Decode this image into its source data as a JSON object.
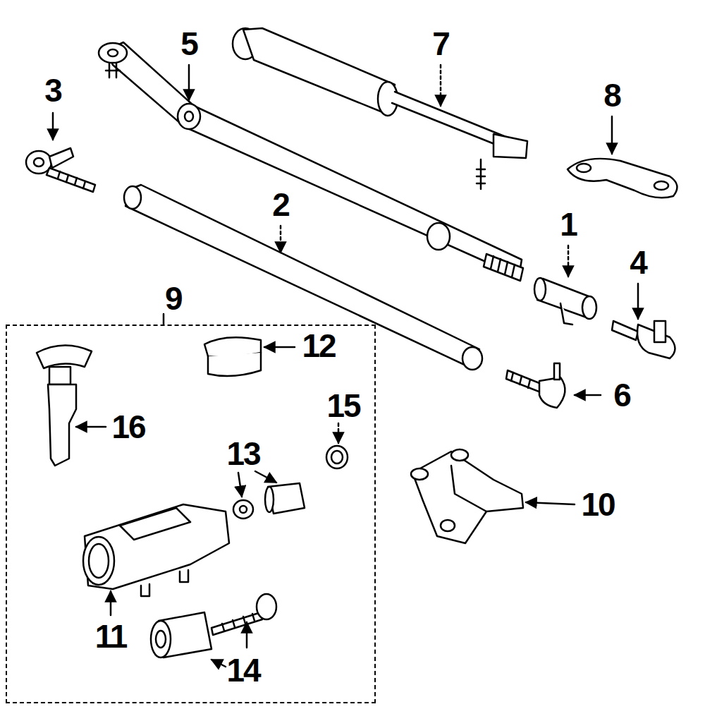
{
  "diagram": {
    "nodes": [
      {
        "text": [
          "9"
        ]
      }
    ],
    "labels": [
      "5",
      "7",
      "3",
      "8",
      "2",
      "1",
      "4",
      "12",
      "16",
      "15",
      "13",
      "6",
      "10",
      "11",
      "14"
    ]
  }
}
